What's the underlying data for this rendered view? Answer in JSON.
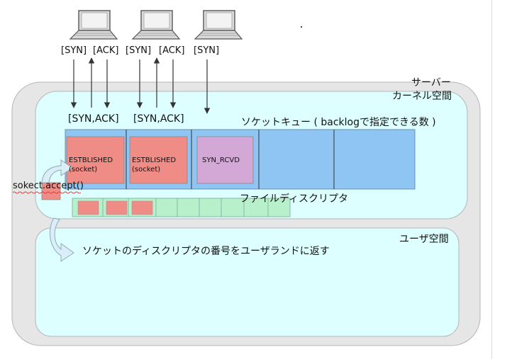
{
  "server_label": "サーバー",
  "kernel_label": "カーネル空間",
  "user_label": "ユーザ空間",
  "client_top_labels": [
    "[SYN]",
    "[ACK]",
    "[SYN]",
    "[ACK]",
    "[SYN]"
  ],
  "server_reply_labels": [
    "[SYN,ACK]",
    "[SYN,ACK]"
  ],
  "queue_title": "ソケットキュー ( backlogで指定できる数 )",
  "queue_items": [
    {
      "state": "ESTBLISHED",
      "note": "(socket)"
    },
    {
      "state": "ESTBLISHED",
      "note": "(socket)"
    },
    {
      "state": "SYN_RCVD",
      "note": ""
    }
  ],
  "accept_label": "sokect.accept()",
  "fd_label": "ファイルディスクリプタ",
  "return_label": "ソケットのディスクリプタの番号をユーザランドに返す",
  "colors": {
    "server_box": "#e6e6e6",
    "space_fill": "#ddffff",
    "queue_fill": "#8ec5f2",
    "established_fill": "#f08c86",
    "syn_rcvd_fill": "#d3a7d6",
    "fd_used_fill": "#f08c86",
    "fd_free_fill": "#b8f0cc",
    "arrow": "#333333",
    "curved_arrow": "#d9eef8"
  },
  "icons": [
    "laptop-icon",
    "laptop-icon",
    "laptop-icon"
  ]
}
